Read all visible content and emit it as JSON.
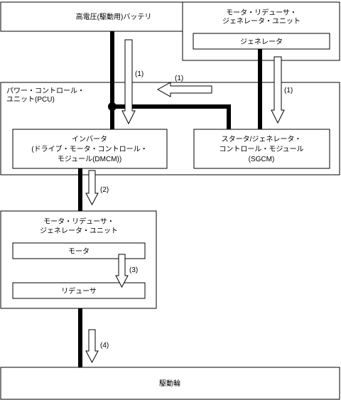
{
  "boxes": {
    "battery": {
      "label": "高電圧(駆動用)バッテリ"
    },
    "mrg_top": {
      "line1": "モータ・リデューサ・",
      "line2": "ジェネレータ・ユニット"
    },
    "generator": {
      "label": "ジェネレータ"
    },
    "pcu": {
      "line1": "パワー・コントロール・",
      "line2": "ユニット(PCU)"
    },
    "inverter": {
      "line1": "インバータ",
      "line2": "(ドライブ・モータ・コントロール・",
      "line3": "モジュール(DMCM))"
    },
    "sgcm": {
      "line1": "スタータ/ジェネレータ・",
      "line2": "コントロール・モジュール",
      "line3": "(SGCM)"
    },
    "mrg_bottom": {
      "line1": "モータ・リデューサ・",
      "line2": "ジェネレータ・ユニット"
    },
    "motor": {
      "label": "モータ"
    },
    "reducer": {
      "label": "リデューサ"
    },
    "drive_wheel": {
      "label": "駆動輪"
    }
  },
  "flows": {
    "battery_to_inverter": "(1)",
    "sgcm_to_pcu": "(1)",
    "generator_to_sgcm": "(1)",
    "inverter_to_mrg": "(2)",
    "motor_to_reducer": "(3)",
    "mrg_to_wheel": "(4)"
  }
}
